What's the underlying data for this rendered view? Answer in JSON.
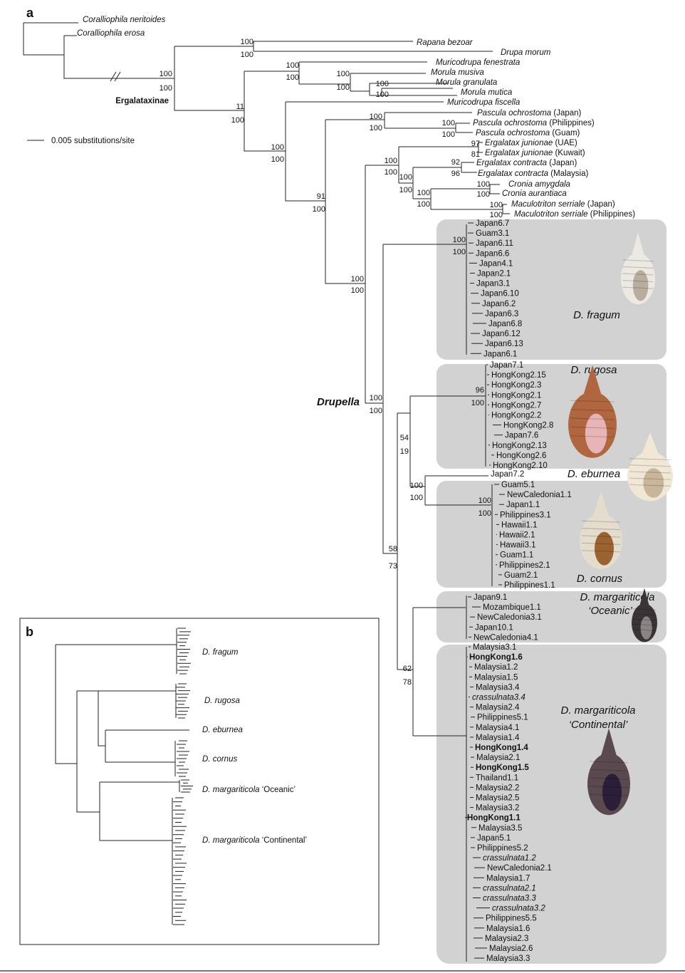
{
  "panel_a_label": "a",
  "panel_b_label": "b",
  "scale_label": "0.005 substitutions/site",
  "subfamily": "Ergalataxinae",
  "genus": "Drupella",
  "outgroup": [
    [
      "Coralliophila neritoides",
      ""
    ],
    [
      "Coralliophila erosa",
      ""
    ]
  ],
  "taxa_top": [
    [
      "Rapana bezoar",
      ""
    ],
    [
      "Drupa morum",
      ""
    ],
    [
      "Muricodrupa fenestrata",
      ""
    ],
    [
      "Morula musiva",
      ""
    ],
    [
      "Morula granulata",
      ""
    ],
    [
      "Morula mutica",
      ""
    ],
    [
      "Muricodrupa fiscella",
      ""
    ],
    [
      "Pascula ochrostoma",
      " (Japan)"
    ],
    [
      "Pascula ochrostoma",
      " (Philippines)"
    ],
    [
      "Pascula ochrostoma",
      " (Guam)"
    ],
    [
      "Ergalatax junionae",
      " (UAE)"
    ],
    [
      "Ergalatax junionae",
      " (Kuwait)"
    ],
    [
      "Ergalatax contracta",
      " (Japan)"
    ],
    [
      "Ergalatax contracta",
      " (Malaysia)"
    ],
    [
      "Cronia amygdala",
      ""
    ],
    [
      "Cronia aurantiaca",
      ""
    ],
    [
      "Maculotriton serriale",
      " (Japan)"
    ],
    [
      "Maculotriton serriale",
      " (Philippines)"
    ]
  ],
  "supports": [
    "100",
    "100",
    "100",
    "100",
    "11",
    "100",
    "100",
    "100",
    "100",
    "100",
    "100",
    "100",
    "100",
    "100",
    "91",
    "100",
    "100",
    "100",
    "100",
    "100",
    "100",
    "100",
    "100",
    "100",
    "97",
    "81",
    "100",
    "100",
    "92",
    "96",
    "100",
    "100",
    "100",
    "100",
    "100",
    "100",
    "100",
    "100",
    "58",
    "73",
    "54",
    "19",
    "100",
    "100",
    "62",
    "78",
    "100",
    "100",
    "96",
    "100",
    "100",
    "100"
  ],
  "fragum_tips": [
    "Japan6.7",
    "Guam3.1",
    "Japan6.11",
    "Japan6.6",
    "Japan4.1",
    "Japan2.1",
    "Japan3.1",
    "Japan6.10",
    "Japan6.2",
    "Japan6.3",
    "Japan6.8",
    "Japan6.12",
    "Japan6.13",
    "Japan6.1"
  ],
  "rugosa_tips": [
    "Japan7.1",
    "HongKong2.15",
    "HongKong2.3",
    "HongKong2.1",
    "HongKong2.7",
    "HongKong2.2",
    "HongKong2.8",
    "Japan7.6",
    "HongKong2.13",
    "HongKong2.6",
    "HongKong2.10"
  ],
  "eburnea_tip": "Japan7.2",
  "cornus_tips": [
    "Guam5.1",
    "NewCaledonia1.1",
    "Japan1.1",
    "Philippines3.1",
    "Hawaii1.1",
    "Hawaii2.1",
    "Hawaii3.1",
    "Guam1.1",
    "Philippines2.1",
    "Guam2.1",
    "Philippines1.1"
  ],
  "oceanic_tips": [
    "Japan9.1",
    "Mozambique1.1",
    "NewCaledonia3.1",
    "Japan10.1",
    "NewCaledonia4.1"
  ],
  "continental_tips": [
    [
      "Malaysia3.1",
      ""
    ],
    [
      "HongKong1.6",
      "b"
    ],
    [
      "Malaysia1.2",
      ""
    ],
    [
      "Malaysia1.5",
      ""
    ],
    [
      "Malaysia3.4",
      ""
    ],
    [
      "crassulnata3.4",
      "ci"
    ],
    [
      "Malaysia2.4",
      ""
    ],
    [
      "Philippines5.1",
      ""
    ],
    [
      "Malaysia4.1",
      ""
    ],
    [
      "Malaysia1.4",
      ""
    ],
    [
      "HongKong1.4",
      "b"
    ],
    [
      "Malaysia2.1",
      ""
    ],
    [
      "HongKong1.5",
      "b"
    ],
    [
      "Thailand1.1",
      ""
    ],
    [
      "Malaysia2.2",
      ""
    ],
    [
      "Malaysia2.5",
      ""
    ],
    [
      "Malaysia3.2",
      ""
    ],
    [
      "HongKong1.1",
      "b"
    ],
    [
      "Malaysia3.5",
      ""
    ],
    [
      "Japan5.1",
      ""
    ],
    [
      "Philippines5.2",
      ""
    ],
    [
      "crassulnata1.2",
      "ci"
    ],
    [
      "NewCaledonia2.1",
      ""
    ],
    [
      "Malaysia1.7",
      ""
    ],
    [
      "crassulnata2.1",
      "ci"
    ],
    [
      "crassulnata3.3",
      "ci"
    ],
    [
      "crassulnata3.2",
      "ci"
    ],
    [
      "Philippines5.5",
      ""
    ],
    [
      "Malaysia1.6",
      ""
    ],
    [
      "Malaysia2.3",
      ""
    ],
    [
      "Malaysia2.6",
      ""
    ],
    [
      "Malaysia3.3",
      ""
    ]
  ],
  "species_a": {
    "fragum": "D. fragum",
    "rugosa": "D. rugosa",
    "eburnea": "D. eburnea",
    "cornus": "D. cornus",
    "marg_o1": "D. margariticola",
    "marg_o2": "‘Oceanic’",
    "marg_c1": "D. margariticola",
    "marg_c2": "‘Continental’"
  },
  "species_b": [
    [
      "D. fragum",
      ""
    ],
    [
      "D. rugosa",
      ""
    ],
    [
      "D. eburnea",
      ""
    ],
    [
      "D. cornus",
      ""
    ],
    [
      "D. margariticola",
      " ‘Oceanic’"
    ],
    [
      "D. margariticola",
      " ‘Continental’"
    ]
  ],
  "colors": {
    "box": "#d2d2d2",
    "line": "#222222",
    "text": "#111111"
  },
  "icons": [
    "shell-fragum-icon",
    "shell-rugosa-icon",
    "shell-eburnea-icon",
    "shell-cornus-icon",
    "shell-oceanic-icon",
    "shell-continental-icon"
  ]
}
